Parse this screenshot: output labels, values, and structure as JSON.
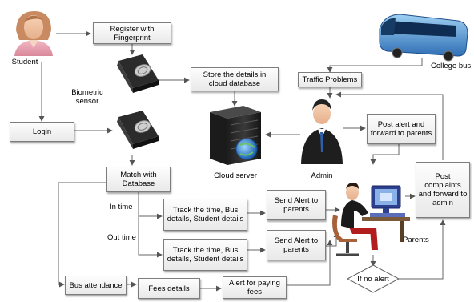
{
  "nodes": {
    "register": "Register with Fingerprint",
    "store": "Store the details in cloud database",
    "traffic": "Traffic Problems",
    "login": "Login",
    "post_alert": "Post alert and forward to parents",
    "match": "Match with Database",
    "track_in": "Track the time, Bus details, Student details",
    "track_out": "Track the time, Bus details, Student details",
    "send_alert_1": "Send Alert to parents",
    "send_alert_2": "Send Alert to parents",
    "post_complaints": "Post complaints and forward to admin",
    "bus_attendance": "Bus attendance",
    "fees_details": "Fees details",
    "alert_fees": "Alert for paying fees",
    "if_no_alert": "If no alert"
  },
  "labels": {
    "student": "Student",
    "biometric": "Biometric sensor",
    "college_bus": "College bus",
    "cloud_server": "Cloud server",
    "admin": "Admin",
    "parents": "Parents",
    "in_time": "In time",
    "out_time": "Out time"
  },
  "icons": [
    "student-icon",
    "fingerprint-scanner-icon",
    "server-icon",
    "admin-icon",
    "bus-icon",
    "parent-computer-icon"
  ]
}
